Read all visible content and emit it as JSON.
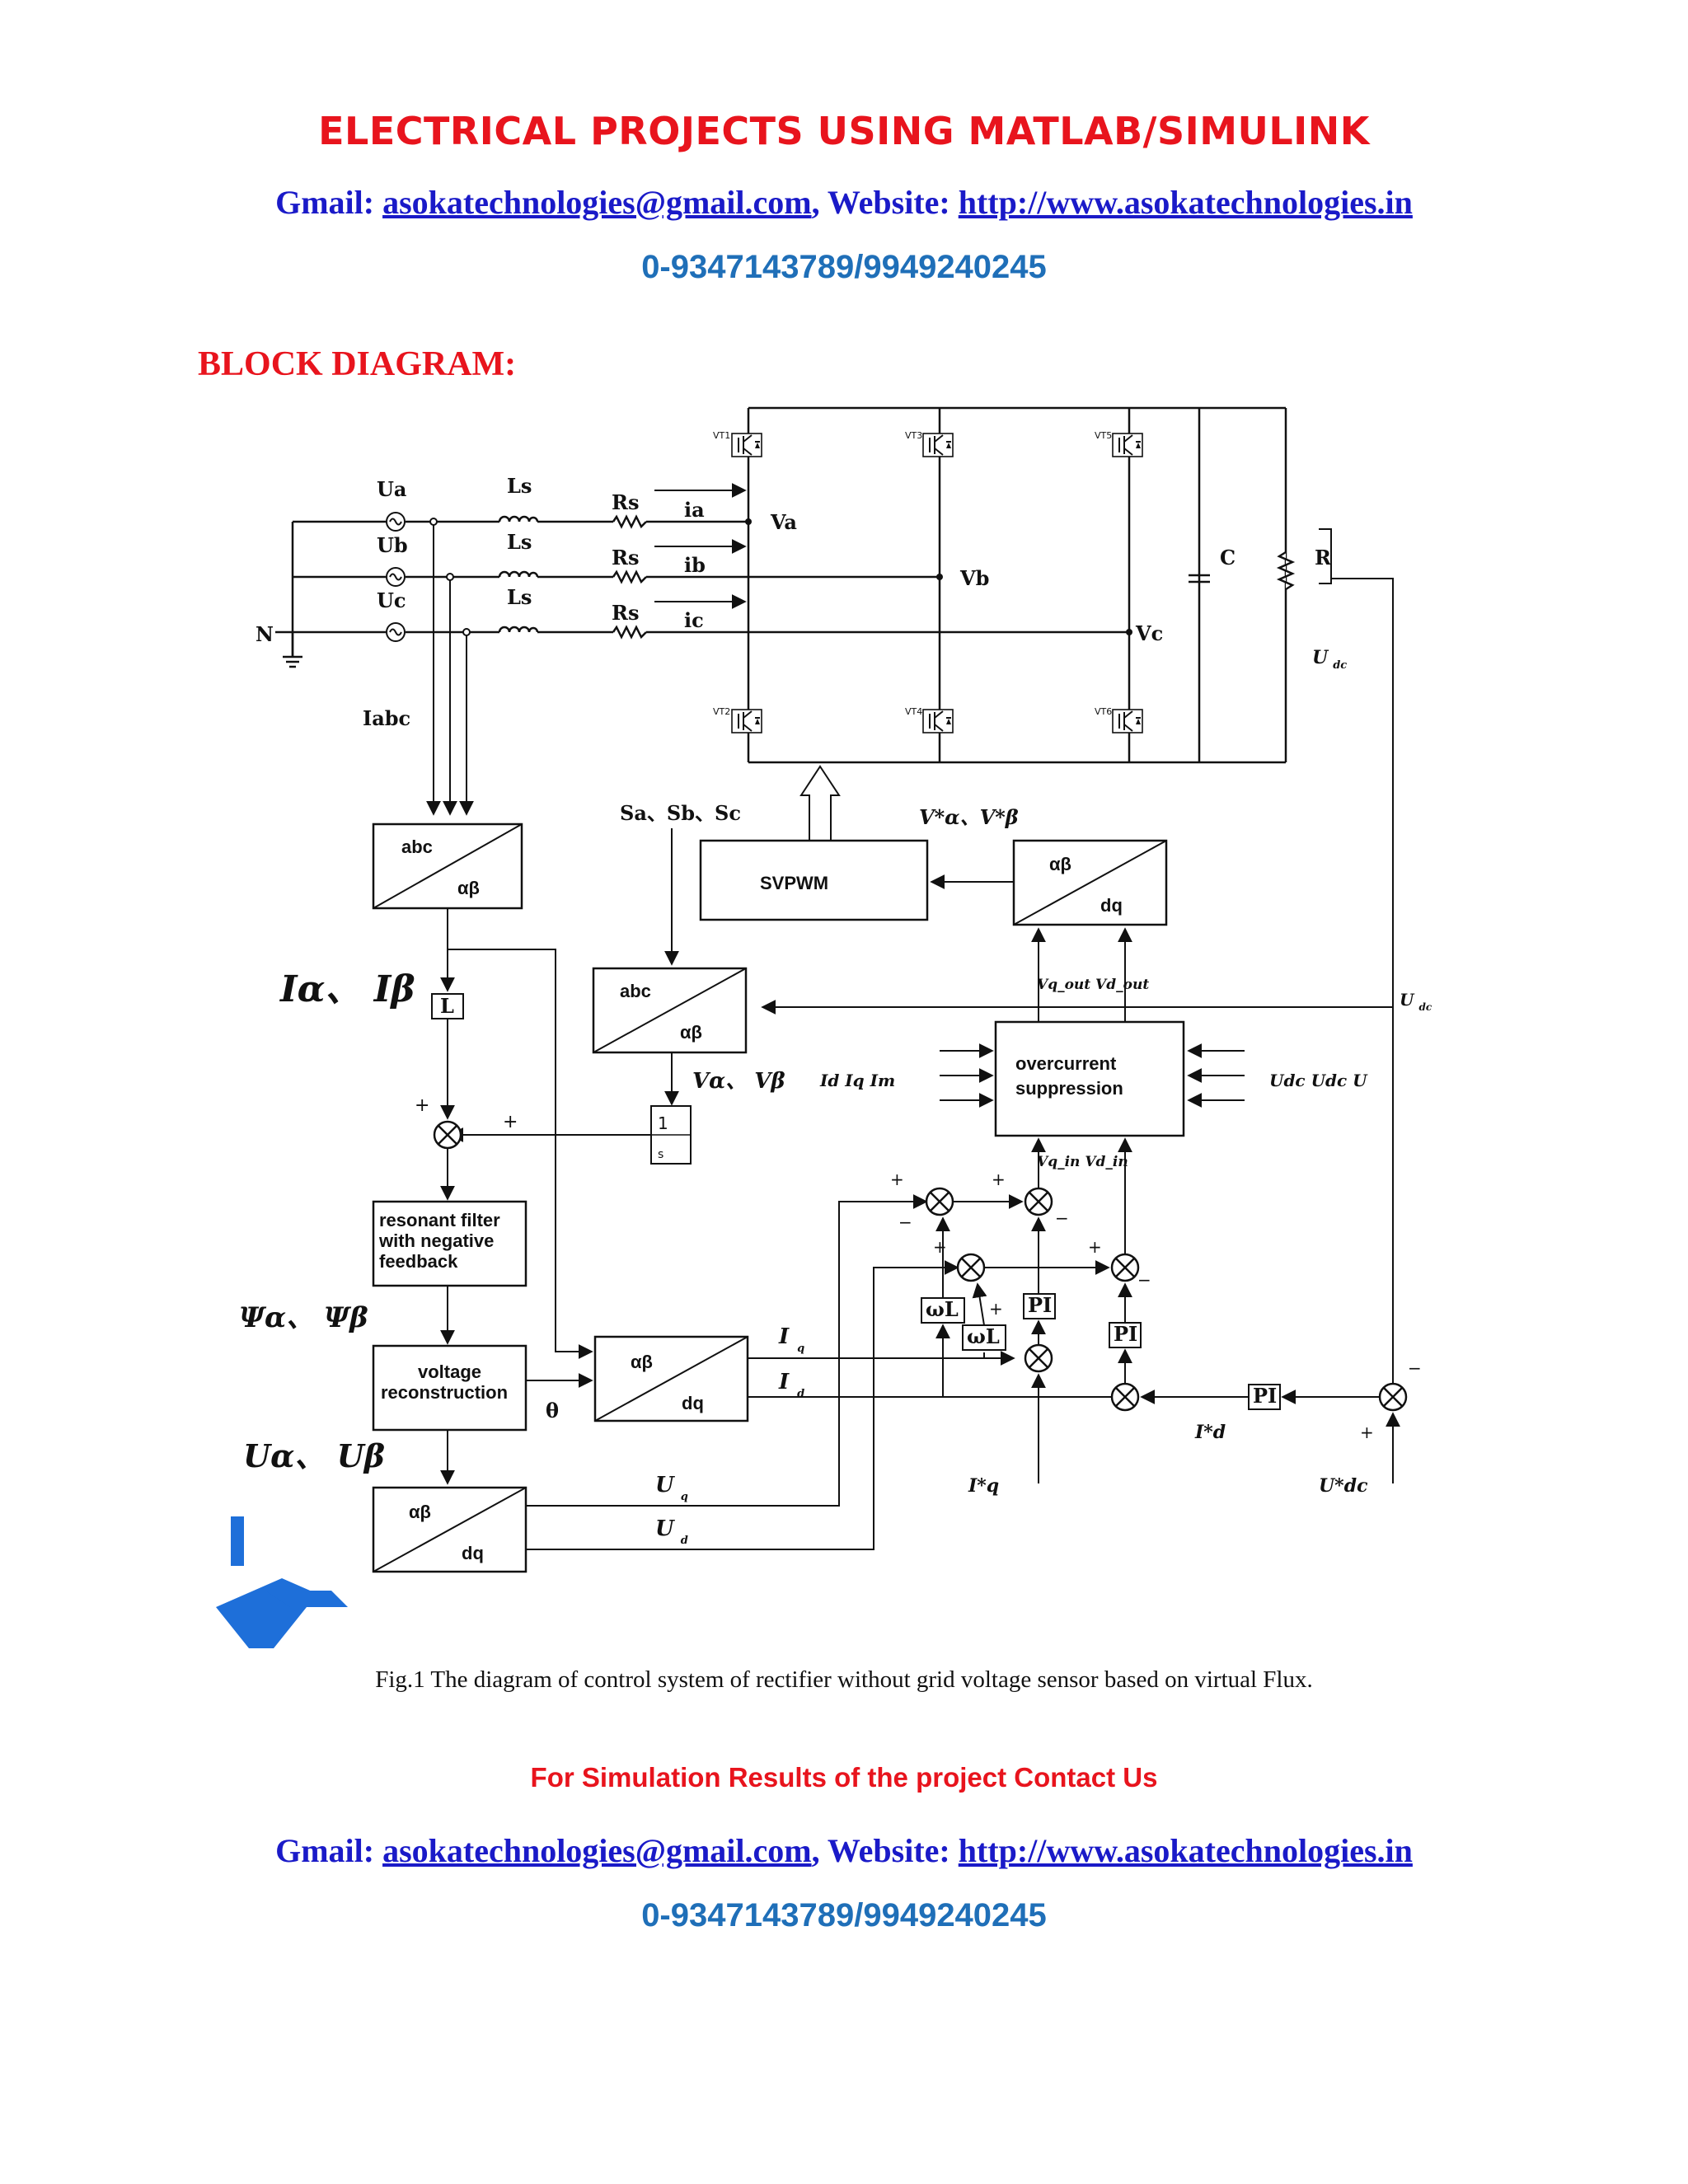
{
  "header": {
    "title": "ELECTRICAL PROJECTS USING MATLAB/SIMULINK",
    "gmail_label": "Gmail:",
    "gmail": "asokatechnologies@gmail.com",
    "website_label": ", Website:",
    "website": "http://www.asokatechnologies.in",
    "phone": "0-9347143789/9949240245"
  },
  "section_heading": "BLOCK DIAGRAM:",
  "diagram": {
    "sources": [
      "Ua",
      "Ub",
      "Uc"
    ],
    "neutral": "N",
    "ls": "Ls",
    "rs": "Rs",
    "currents": [
      "ia",
      "ib",
      "ic"
    ],
    "phase_voltages": [
      "Va",
      "Vb",
      "Vc"
    ],
    "switches_top": [
      "VT1",
      "VT3",
      "VT5"
    ],
    "switches_bottom": [
      "VT2",
      "VT4",
      "VT6"
    ],
    "capacitor": "C",
    "resistor": "R",
    "udc": "U",
    "udc_sub": "dc",
    "iabc": "Iabc",
    "abc": "abc",
    "alphabeta": "αβ",
    "dq": "dq",
    "svpwm": "SVPWM",
    "switch_signals": "Sa、Sb、Sc",
    "v_ref": "V*α、V*β",
    "i_alpha_beta": "Iα、 Iβ",
    "block_L": "L",
    "integrator_num": "1",
    "integrator_den": "s",
    "v_alpha_beta": "Vα、 Vβ",
    "resonant_filter": [
      "resonant filter",
      "with negative",
      "feedback"
    ],
    "psi": "Ψα、 Ψβ",
    "voltage_reconstruction": [
      "voltage",
      "reconstruction"
    ],
    "theta": "θ",
    "u_alpha_beta": "Uα、 Uβ",
    "overcurrent": [
      "overcurrent",
      "suppression"
    ],
    "v_out": "Vq_out Vd_out",
    "v_in": "Vq_in Vd_in",
    "i_inputs": "Id  Iq  Im",
    "u_inputs": "Udc Udc U",
    "pi": "PI",
    "omega_l": "ωL",
    "iq": "I",
    "iq_sub": "q",
    "id": "I",
    "id_sub": "d",
    "uq": "U",
    "uq_sub": "q",
    "ud": "U",
    "ud_sub": "d",
    "iq_ref": "I*q",
    "id_ref": "I*d",
    "udc_ref": "U*dc",
    "plus": "+",
    "minus": "−"
  },
  "caption": "Fig.1 The diagram of control system of rectifier without grid voltage sensor based on virtual Flux.",
  "results_note": "For Simulation Results of the project Contact Us",
  "footer": {
    "gmail_label": "Gmail:",
    "gmail": "asokatechnologies@gmail.com",
    "website_label": ", Website:",
    "website": "http://www.asokatechnologies.in",
    "phone": "0-9347143789/9949240245"
  },
  "colors": {
    "title_red": "#e8141d",
    "link_blue": "#1a1ac8",
    "phone_blue": "#1f6fb8",
    "logo_blue": "#1e6fd9"
  },
  "logo_icon": "company-logo-icon"
}
